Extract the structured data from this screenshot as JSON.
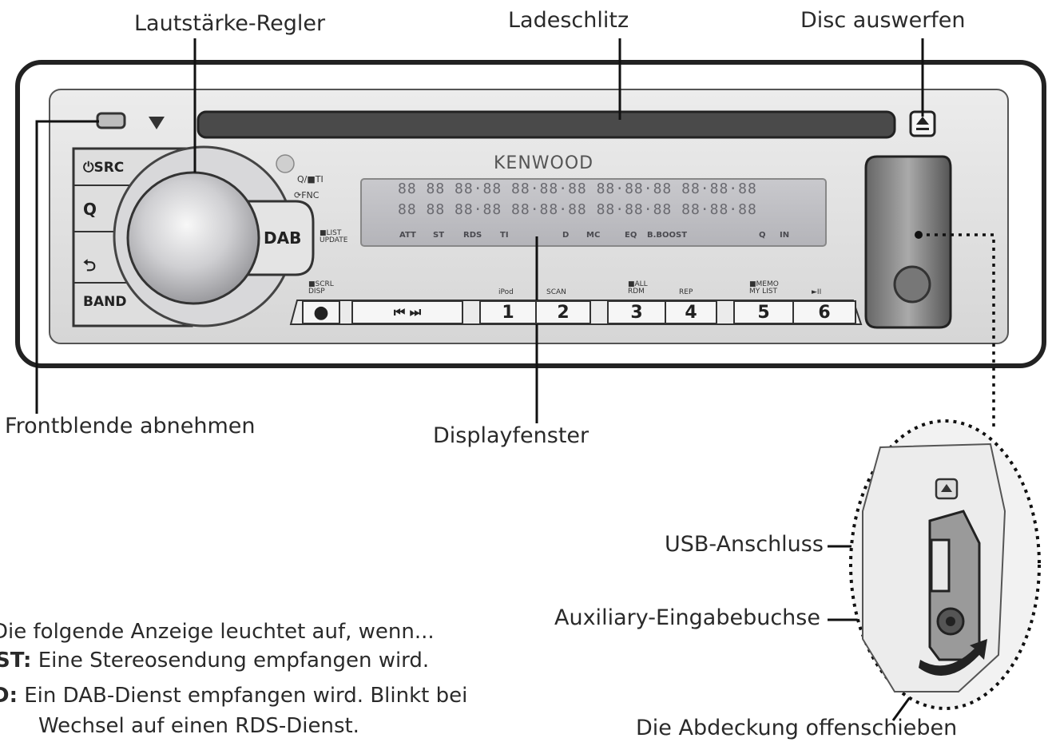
{
  "labels": {
    "volume": "Lautstärke-Regler",
    "slot": "Ladeschlitz",
    "eject": "Disc auswerfen",
    "detach": "Frontblende abnehmen",
    "display": "Displayfenster",
    "usb": "USB-Anschluss",
    "aux": "Auxiliary-Eingabebuchse",
    "cover": "Die Abdeckung offenschieben"
  },
  "device": {
    "brand": "KENWOOD",
    "lcd_top": "88 88 88·88 88·88·88 88·88·88 88·88·88",
    "lcd_bottom": "88 88 88·88 88·88·88 88·88·88 88·88·88",
    "indicators": [
      "ATT",
      "ST",
      "RDS",
      "TI",
      "D",
      "MC",
      "EQ",
      "B.BOOST",
      "Q",
      "IN"
    ],
    "left_buttons": [
      "⏻SRC",
      "Q",
      "⮌",
      "BAND"
    ],
    "dab": "DAB",
    "list_label": "■LIST\nUPDATE",
    "qti_label": "Q/■TI",
    "fnc_label": "⟳FNC",
    "scrl_label": "■SCRL\nDISP",
    "presets": [
      "●",
      "⏮  ⏭",
      "1",
      "2",
      "3",
      "4",
      "5",
      "6"
    ],
    "preset_captions": [
      "iPod",
      "SCAN",
      "■ALL\nRDM",
      "REP",
      "■MEMO\nMY LIST",
      "►II"
    ]
  },
  "notes": {
    "intro": "Die folgende Anzeige leuchtet auf, wenn...",
    "st_key": "ST:",
    "st_text": "Eine Stereosendung empfangen wird.",
    "d_key": "D:",
    "d_text": "Ein DAB-Dienst empfangen wird. Blinkt bei",
    "d_text2": "Wechsel auf einen RDS-Dienst."
  }
}
